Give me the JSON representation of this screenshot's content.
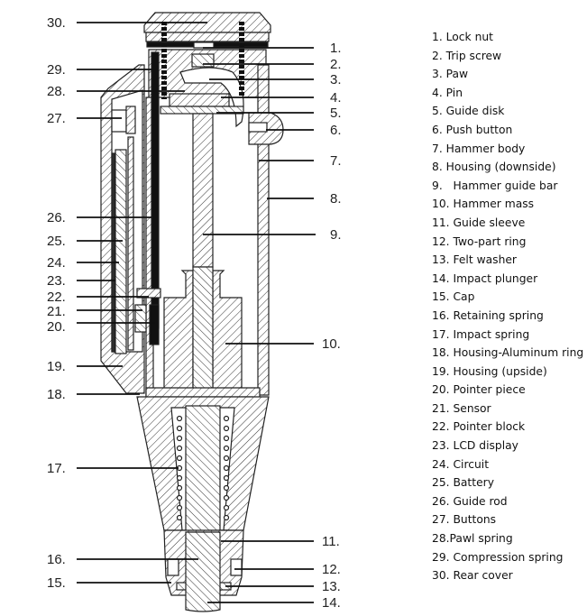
{
  "diagram": {
    "title": "Hammer cross-section with numbered part callouts",
    "left_labels": [
      {
        "num": "30."
      },
      {
        "num": "29."
      },
      {
        "num": "28."
      },
      {
        "num": "27."
      },
      {
        "num": "26."
      },
      {
        "num": "25."
      },
      {
        "num": "24."
      },
      {
        "num": "23."
      },
      {
        "num": "22."
      },
      {
        "num": "21."
      },
      {
        "num": "20."
      },
      {
        "num": "19."
      },
      {
        "num": "18."
      },
      {
        "num": "17."
      },
      {
        "num": "16."
      },
      {
        "num": "15."
      }
    ],
    "right_labels": [
      {
        "num": "1."
      },
      {
        "num": "2."
      },
      {
        "num": "3."
      },
      {
        "num": "4."
      },
      {
        "num": "5."
      },
      {
        "num": "6."
      },
      {
        "num": "7."
      },
      {
        "num": "8."
      },
      {
        "num": "9."
      },
      {
        "num": "10."
      },
      {
        "num": "11."
      },
      {
        "num": "12."
      },
      {
        "num": "13."
      },
      {
        "num": "14."
      }
    ]
  },
  "legend": {
    "items": [
      "1. Lock nut",
      "2. Trip screw",
      "3. Paw",
      "4. Pin",
      "5. Guide disk",
      "6. Push button",
      "7. Hammer body",
      "8. Housing (downside)",
      "9.   Hammer guide bar",
      "10. Hammer mass",
      "11. Guide sleeve",
      "12. Two-part ring",
      "13. Felt washer",
      "14. Impact plunger",
      "15. Cap",
      "16. Retaining spring",
      "17. Impact spring",
      "18. Housing-Aluminum ring",
      "19. Housing (upside)",
      "20. Pointer piece",
      "21. Sensor",
      "22. Pointer block",
      "23. LCD display",
      "24. Circuit",
      "25. Battery",
      "26. Guide rod",
      "27. Buttons",
      "28.Pawl spring",
      "29. Compression spring",
      "30. Rear cover"
    ]
  }
}
